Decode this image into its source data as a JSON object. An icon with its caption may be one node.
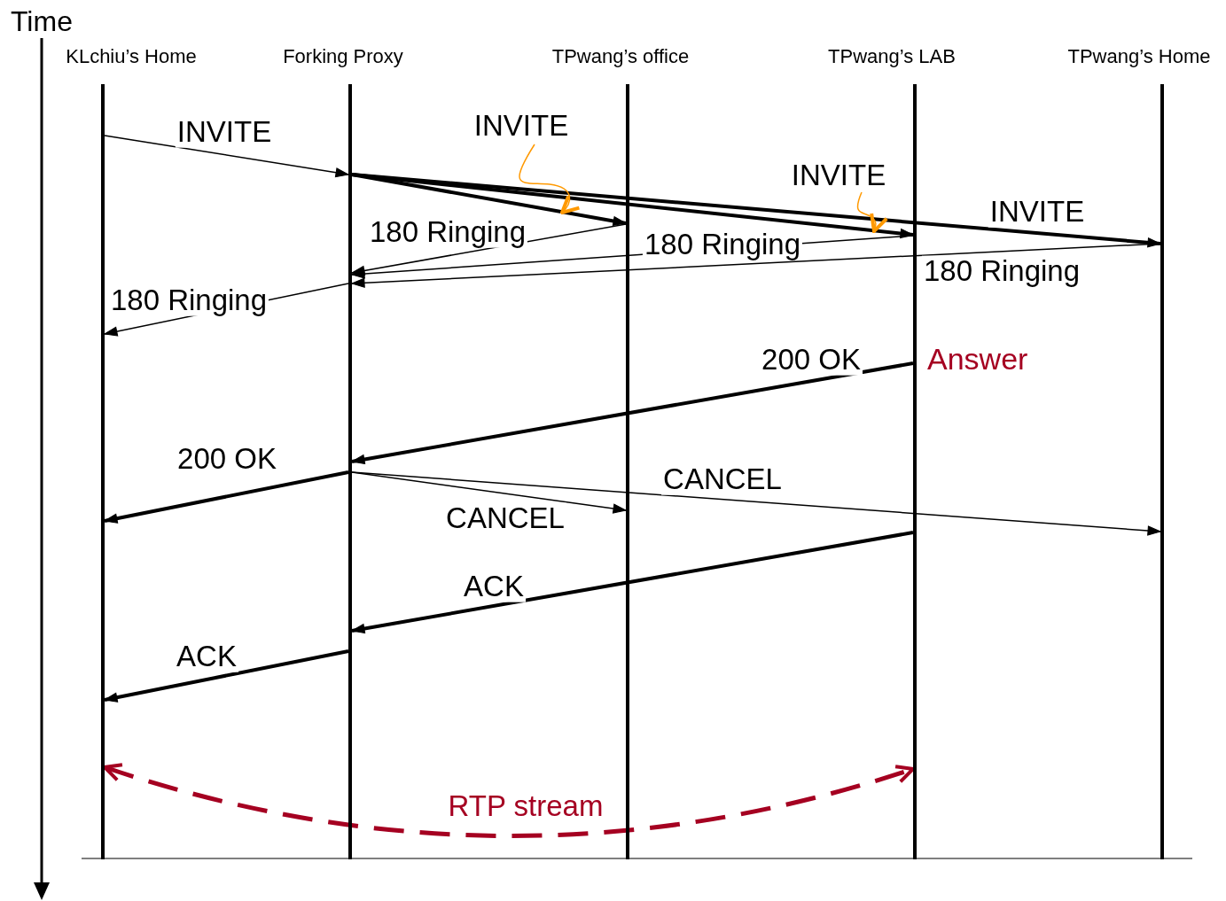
{
  "diagram": {
    "nodes": [
      {
        "text": [
          "KLchiu’s Home"
        ]
      },
      {
        "text": [
          "Forking Proxy"
        ]
      },
      {
        "text": [
          "TPwang’s office"
        ]
      },
      {
        "text": [
          "TPwang’s LAB"
        ]
      },
      {
        "text": [
          "TPwang’s Home"
        ]
      },
      {
        "text": [
          "INVITE"
        ]
      },
      {
        "text": [
          "INVITE"
        ]
      }
    ],
    "edges": [
      {
        "from": 0,
        "to": 1,
        "arrow": "to",
        "label": "INVITE"
      },
      {
        "from": 1,
        "to": 2,
        "arrow": "to",
        "style": "thick"
      },
      {
        "from": 1,
        "to": 3,
        "arrow": "to",
        "style": "thick"
      },
      {
        "from": 1,
        "to": 4,
        "arrow": "to",
        "style": "thick",
        "label": "INVITE"
      },
      {
        "from": 2,
        "to": 1,
        "arrow": "to",
        "label": "180 Ringing"
      },
      {
        "from": 3,
        "to": 1,
        "arrow": "to",
        "label": "180 Ringing"
      },
      {
        "from": 4,
        "to": 1,
        "arrow": "to",
        "label": "180 Ringing"
      },
      {
        "from": 1,
        "to": 0,
        "arrow": "to",
        "label": "180 Ringing"
      },
      {
        "from": 3,
        "to": 1,
        "arrow": "to",
        "style": "thick",
        "label": "200 OK"
      },
      {
        "from": 1,
        "to": 0,
        "arrow": "to",
        "style": "thick",
        "label": "200 OK"
      },
      {
        "from": 1,
        "to": 2,
        "arrow": "to",
        "label": "CANCEL"
      },
      {
        "from": 1,
        "to": 4,
        "arrow": "to",
        "label": "CANCEL"
      },
      {
        "from": 3,
        "to": 1,
        "arrow": "to",
        "style": "thick",
        "label": "ACK"
      },
      {
        "from": 1,
        "to": 0,
        "arrow": "to",
        "style": "thick",
        "label": "ACK"
      },
      {
        "from": 0,
        "to": 3,
        "arrow": "both",
        "style": "dashed",
        "color": "#a50021",
        "label": "RTP stream"
      },
      {
        "from": 5,
        "to": null,
        "arrow": "to",
        "color": "#ff9900"
      },
      {
        "from": 6,
        "to": null,
        "arrow": "to",
        "color": "#ff9900"
      }
    ],
    "labels": [
      "Time",
      "Answer"
    ]
  }
}
